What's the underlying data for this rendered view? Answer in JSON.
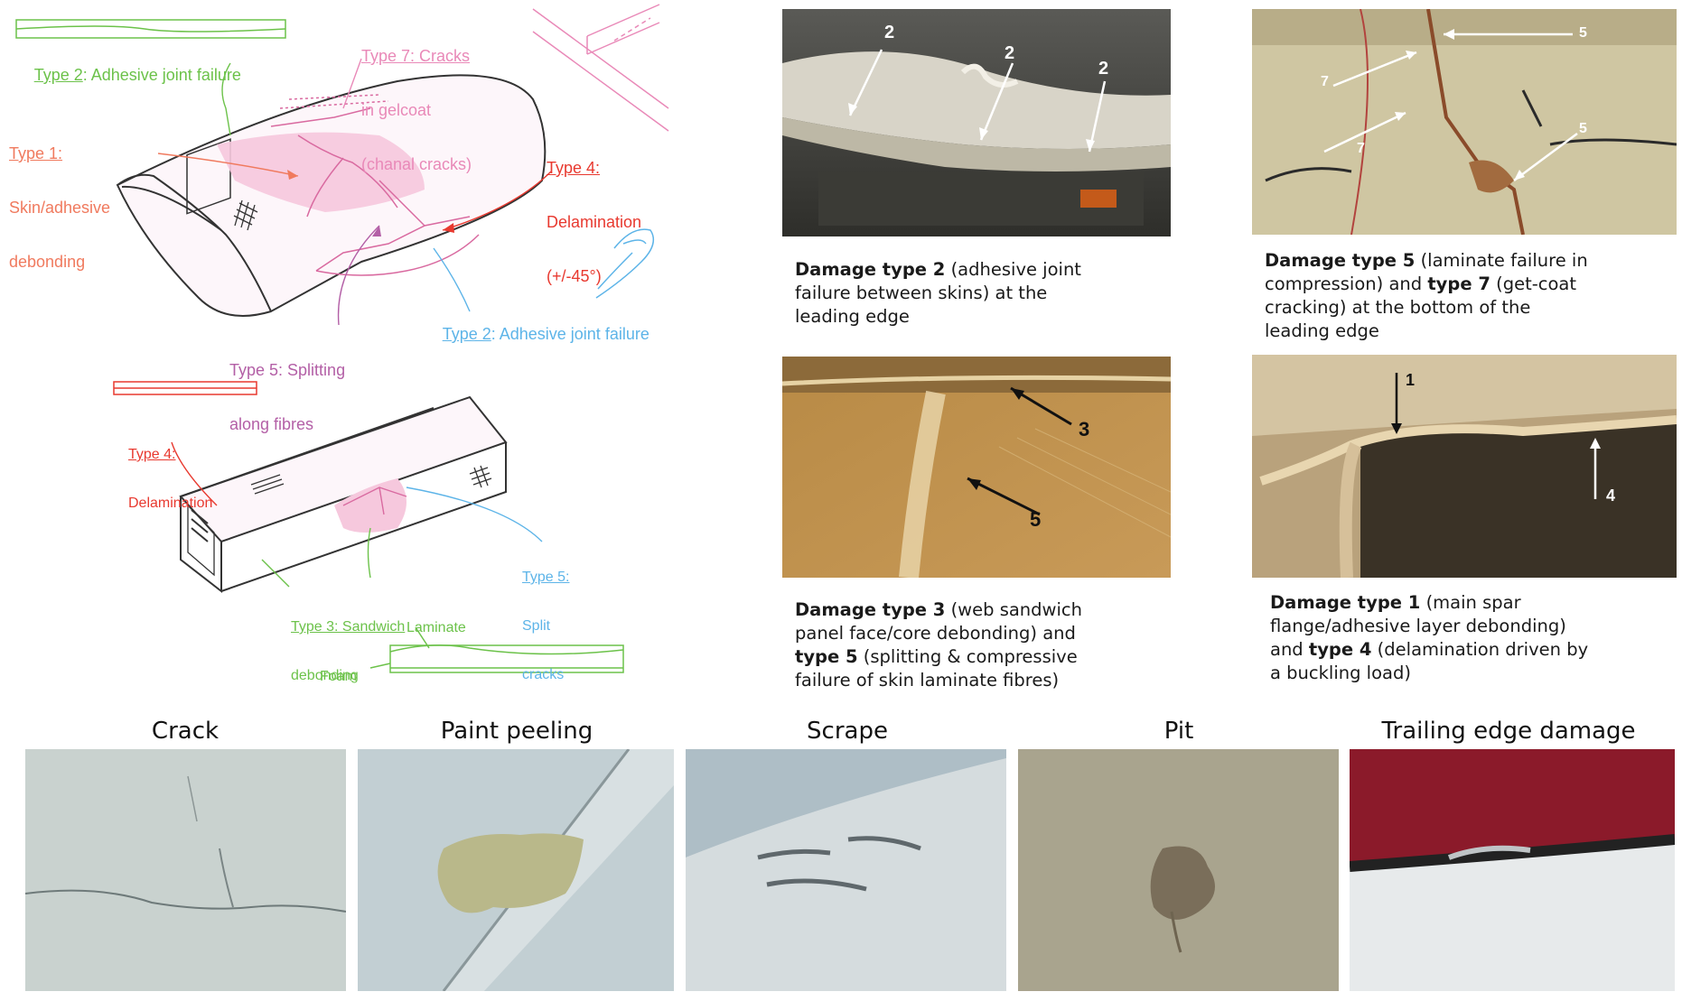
{
  "diagram": {
    "type2_top": {
      "prefix": "Type 2",
      "text": ": Adhesive joint failure"
    },
    "type7": {
      "line1": "Type 7: Cracks",
      "line2": "in gelcoat",
      "line3": "(chanal cracks)"
    },
    "type1": {
      "line1": "Type 1:",
      "line2": "Skin/adhesive",
      "line3": "debonding"
    },
    "type4_top": {
      "line1": "Type 4:",
      "line2": "Delamination",
      "line3": "(+/-45°)"
    },
    "type5_split": {
      "line1": "Type 5: Splitting",
      "line2": "along fibres"
    },
    "type2_bottom": {
      "prefix": "Type 2",
      "text": ": Adhesive joint failure"
    },
    "type4_box": {
      "line1": "Type 4:",
      "line2": "Delamination"
    },
    "type5_box": {
      "line1": "Type 5:",
      "line2": "Split",
      "line3": "cracks"
    },
    "type3": {
      "line1": "Type 3: Sandwich",
      "line2": "debonding"
    },
    "laminate": "Laminate",
    "foam": "Foam"
  },
  "photos": {
    "p1_markers": [
      "2",
      "2",
      "2"
    ],
    "p2_markers": [
      "5",
      "7",
      "7",
      "5"
    ],
    "p3_markers": [
      "3",
      "5"
    ],
    "p4_markers": [
      "1",
      "4"
    ]
  },
  "captions": {
    "c1": {
      "b1": "Damage type 2",
      "t1": " (adhesive joint",
      "l2": "failure between skins) at the",
      "l3": "leading edge"
    },
    "c2": {
      "b1": "Damage type 5",
      "t1": " (laminate failure in",
      "l2a": "compression) and ",
      "b2": "type 7",
      "t2": " (get-coat",
      "l3": "cracking) at the bottom of the",
      "l4": "leading edge"
    },
    "c3": {
      "b1": "Damage type 3",
      "t1": " (web sandwich",
      "l2": "panel face/core debonding) and",
      "b2": "type 5",
      "t2": " (splitting & compressive",
      "l4": "failure of skin laminate fibres)"
    },
    "c4": {
      "b1": "Damage type 1",
      "t1": " (main spar",
      "l2": "flange/adhesive layer debonding)",
      "l3a": "and ",
      "b2": "type 4",
      "t3": " (delamination driven by",
      "l4": "a buckling load)"
    }
  },
  "bottom": {
    "titles": [
      "Crack",
      "Paint peeling",
      "Scrape",
      "Pit",
      "Trailing edge damage"
    ]
  }
}
